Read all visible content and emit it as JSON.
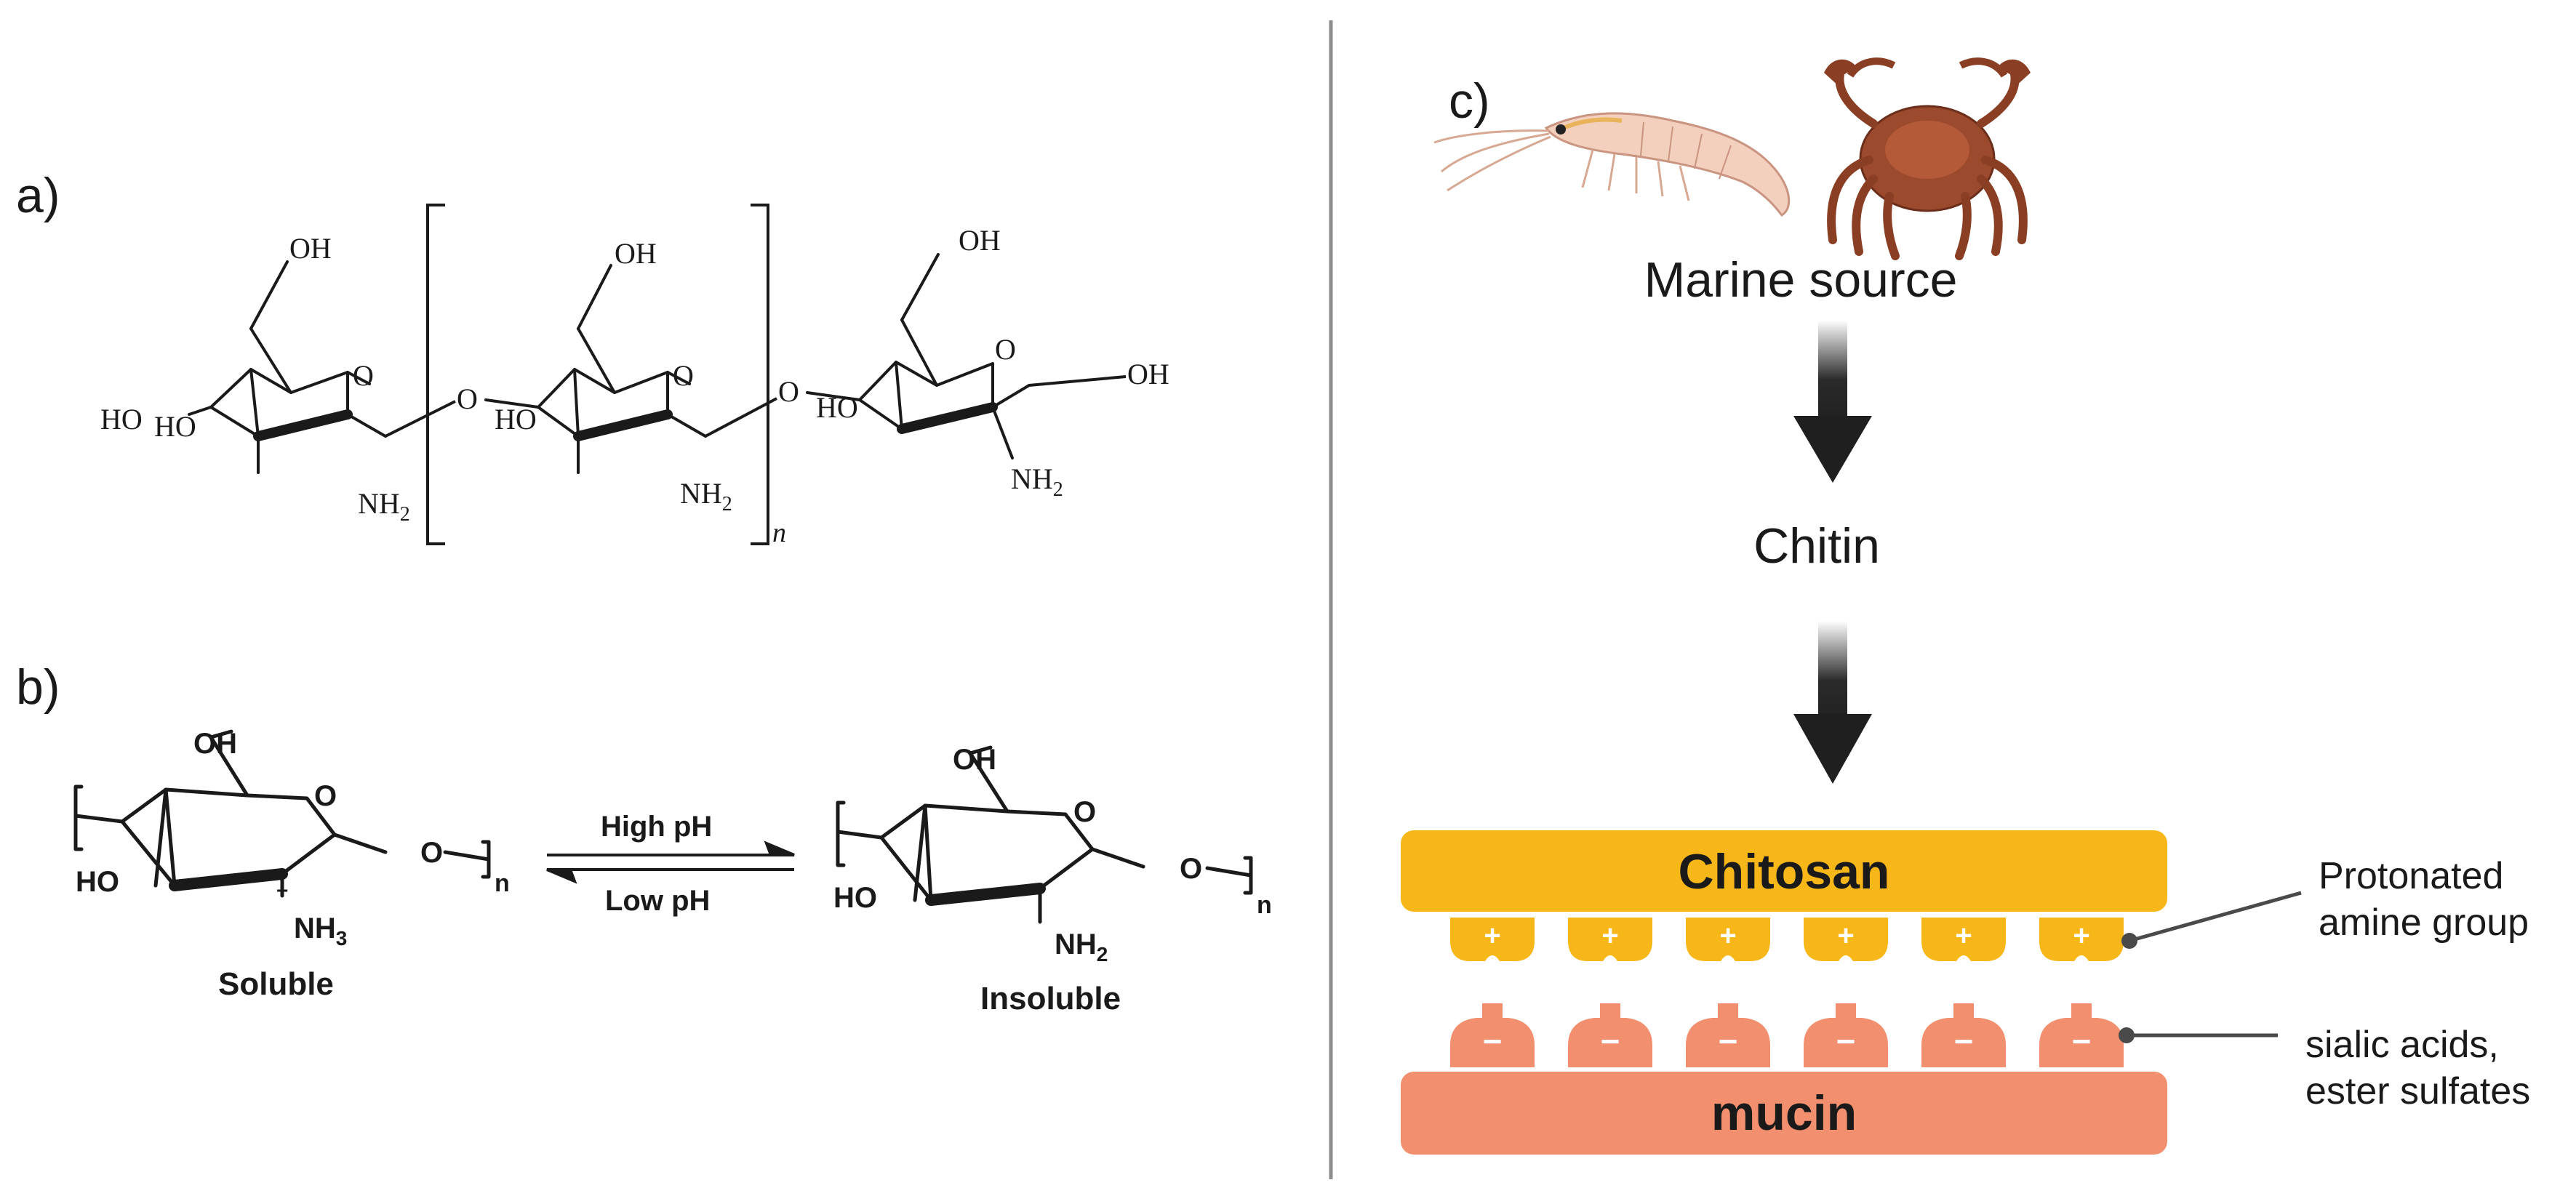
{
  "panels": {
    "a": {
      "label": "a)",
      "units": {
        "left": {
          "oh_top": "OH",
          "ho_left": "HO",
          "ho_inner": "HO",
          "nh": "NH",
          "nh_sub": "2"
        },
        "middle": {
          "oh_top": "OH",
          "ho_inner": "HO",
          "nh": "NH",
          "nh_sub": "2",
          "ring_o": "O"
        },
        "right": {
          "oh_top": "OH",
          "ho_inner": "HO",
          "oh_right": "OH",
          "nh": "NH",
          "nh_sub": "2",
          "ring_o": "O"
        },
        "left_ring_o": "O",
        "bridge_o1": "O",
        "bridge_o2": "O"
      },
      "repeat_subscript": "n"
    },
    "b": {
      "label": "b)",
      "soluble": {
        "oh": "OH",
        "ho": "HO",
        "nh": "NH",
        "nh_sub": "3",
        "charge": "+",
        "ring_o": "O",
        "chain_o": "O",
        "n": "n",
        "caption": "Soluble"
      },
      "insoluble": {
        "oh": "OH",
        "ho": "HO",
        "nh": "NH",
        "nh_sub": "2",
        "ring_o": "O",
        "chain_o": "O",
        "n": "n",
        "caption": "Insoluble"
      },
      "arrow_top": "High pH",
      "arrow_bottom": "Low pH"
    },
    "c": {
      "label": "c)",
      "source": "Marine source",
      "intermediate": "Chitin",
      "chitosan_label": "Chitosan",
      "mucin_label": "mucin",
      "positive_sign": "+",
      "negative_sign": "−",
      "callout_positive": [
        "Protonated",
        "amine group"
      ],
      "callout_negative": [
        "sialic acids,",
        "ester sulfates"
      ],
      "positive_group_count": 6,
      "negative_group_count": 6
    }
  },
  "colors": {
    "chitosan": "#F7B719",
    "mucin": "#F18F6E",
    "arrow": "#1F1F1F",
    "divider": "#8C8C8C",
    "text": "#1A1A1A",
    "shrimp": "#F3CFBE",
    "crab": "#9B4A2E"
  }
}
